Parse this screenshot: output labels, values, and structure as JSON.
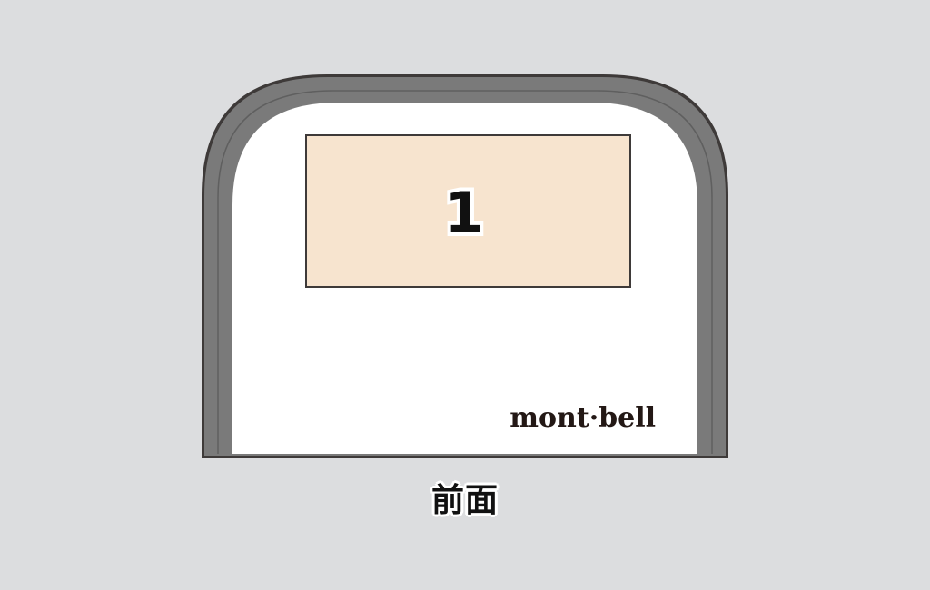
{
  "diagram": {
    "print_zone": {
      "number": "1",
      "fill_color": "#f7e4cf"
    },
    "brand_logo": "mont·bell",
    "view_label": "前面",
    "colors": {
      "background": "#dcdddf",
      "border_outer": "#3e3a39",
      "border_band": "#7a7a7a",
      "panel": "#ffffff"
    }
  }
}
